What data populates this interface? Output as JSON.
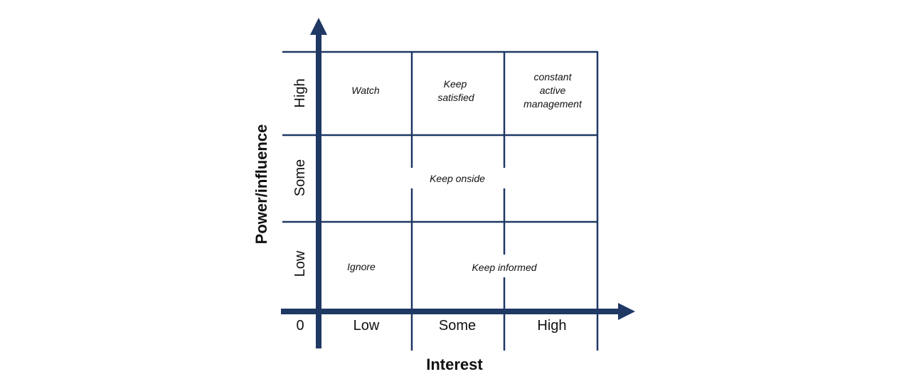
{
  "colors": {
    "grid": "#1f3864",
    "text": "#111111",
    "background": "#ffffff"
  },
  "x_axis": {
    "title": "Interest",
    "origin": "0",
    "ticks": [
      "Low",
      "Some",
      "High"
    ]
  },
  "y_axis": {
    "title": "Power/influence",
    "ticks": [
      "High",
      "Some",
      "Low"
    ]
  },
  "cells": {
    "watch": "Watch",
    "keep_satisfied": [
      "Keep",
      "satisfied"
    ],
    "constant_active_management": [
      "constant",
      "active",
      "management"
    ],
    "keep_onside": "Keep onside",
    "ignore": "Ignore",
    "keep_informed": "Keep informed"
  }
}
